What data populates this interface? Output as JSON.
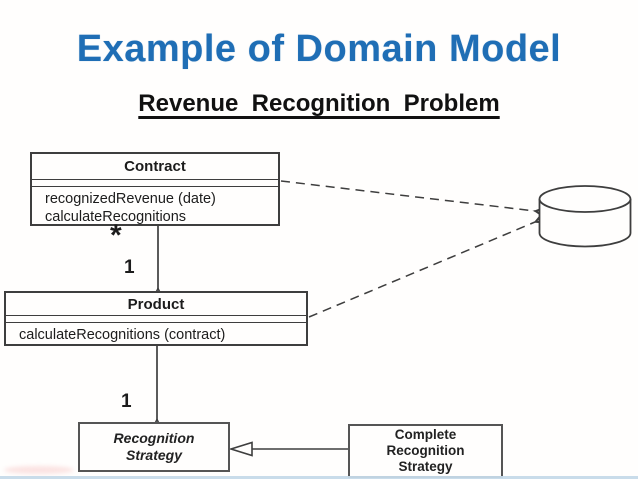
{
  "slide": {
    "title": "Example of Domain Model",
    "subtitle": "Revenue  Recognition  Problem",
    "title_color": "#1f6eb5"
  },
  "diagram": {
    "contract": {
      "name": "Contract",
      "attributes": [
        "recognizedRevenue (date)",
        "calculateRecognitions"
      ]
    },
    "product": {
      "name": "Product",
      "attributes": [
        "calculateRecognitions (contract)"
      ]
    },
    "recognition_strategy": {
      "lines": [
        "Recognition",
        "Strategy"
      ]
    },
    "complete_recognition_strategy": {
      "lines": [
        "Complete",
        "Recognition",
        "Strategy"
      ]
    },
    "multiplicities": {
      "contract_end": "*",
      "product_end": "1",
      "strategy_end": "1"
    },
    "icons": {
      "datastore": "database-cylinder-icon"
    },
    "line_color": "#3e3e3e"
  }
}
